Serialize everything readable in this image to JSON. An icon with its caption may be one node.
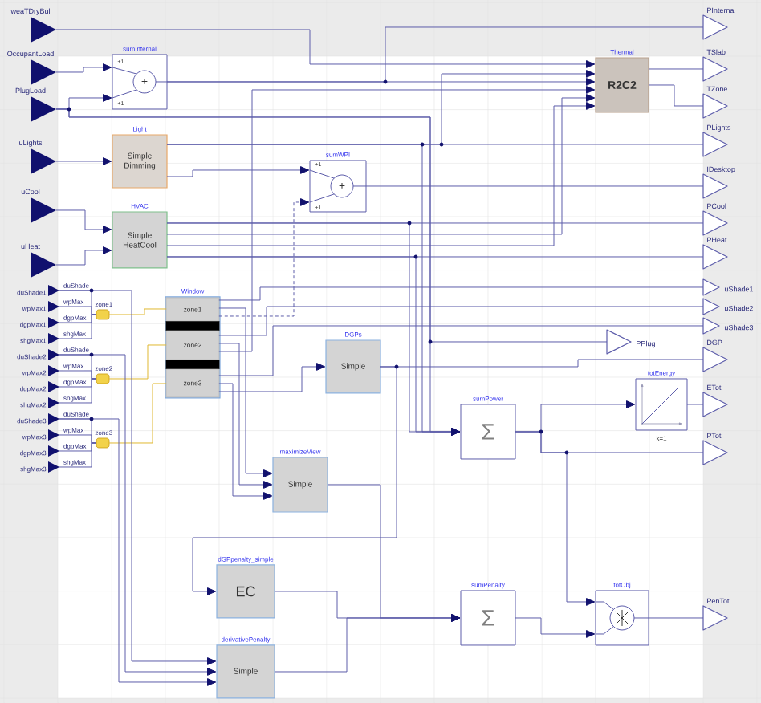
{
  "diagram": {
    "nodes": [
      {
        "text": [
          "weaTDryBul"
        ]
      },
      {
        "text": [
          "OccupantLoad"
        ]
      },
      {
        "text": [
          "PlugLoad"
        ]
      },
      {
        "text": [
          "uLights"
        ]
      },
      {
        "text": [
          "uCool"
        ]
      },
      {
        "text": [
          "uHeat"
        ]
      },
      {
        "text": [
          "duShade1"
        ]
      },
      {
        "text": [
          "wpMax1"
        ]
      },
      {
        "text": [
          "dgpMax1"
        ]
      },
      {
        "text": [
          "shgMax1"
        ]
      },
      {
        "text": [
          "duShade2"
        ]
      },
      {
        "text": [
          "wpMax2"
        ]
      },
      {
        "text": [
          "dgpMax2"
        ]
      },
      {
        "text": [
          "shgMax2"
        ]
      },
      {
        "text": [
          "duShade3"
        ]
      },
      {
        "text": [
          "wpMax3"
        ]
      },
      {
        "text": [
          "dgpMax3"
        ]
      },
      {
        "text": [
          "shgMax3"
        ]
      },
      {
        "text": [
          "zone1"
        ]
      },
      {
        "text": [
          "zone2"
        ]
      },
      {
        "text": [
          "zone3"
        ]
      },
      {
        "text": [
          "sumInternal",
          "+1",
          "+1",
          "+"
        ]
      },
      {
        "text": [
          "Light",
          "Simple Dimming"
        ]
      },
      {
        "text": [
          "sumWPI",
          "+1",
          "+1",
          "+"
        ]
      },
      {
        "text": [
          "HVAC",
          "Simple HeatCool"
        ]
      },
      {
        "text": [
          "Window"
        ]
      },
      {
        "text": [
          "zone1"
        ],
        "in": 25
      },
      {
        "text": [
          "zone2"
        ],
        "in": 25
      },
      {
        "text": [
          "zone3"
        ],
        "in": 25
      },
      {
        "text": [
          "DGPs",
          "Simple"
        ]
      },
      {
        "text": [
          "Thermal",
          "R2C2"
        ]
      },
      {
        "text": [
          "PPlug"
        ]
      },
      {
        "text": [
          "sumPower",
          "Σ"
        ]
      },
      {
        "text": [
          "totEnergy",
          "k=1"
        ]
      },
      {
        "text": [
          "maximizeView",
          "Simple"
        ]
      },
      {
        "text": [
          "dGPpenalty_simple",
          "EC"
        ]
      },
      {
        "text": [
          "derivativePenalty",
          "Simple"
        ]
      },
      {
        "text": [
          "sumPenalty",
          "Σ"
        ]
      },
      {
        "text": [
          "totObj"
        ]
      },
      {
        "text": [
          "PInternal"
        ]
      },
      {
        "text": [
          "TSlab"
        ]
      },
      {
        "text": [
          "TZone"
        ]
      },
      {
        "text": [
          "PLights"
        ]
      },
      {
        "text": [
          "IDesktop"
        ]
      },
      {
        "text": [
          "PCool"
        ]
      },
      {
        "text": [
          "PHeat"
        ]
      },
      {
        "text": [
          "uShade1"
        ]
      },
      {
        "text": [
          "uShade2"
        ]
      },
      {
        "text": [
          "uShade3"
        ]
      },
      {
        "text": [
          "DGP"
        ]
      },
      {
        "text": [
          "ETot"
        ]
      },
      {
        "text": [
          "PTot"
        ]
      },
      {
        "text": [
          "PenTot"
        ]
      }
    ],
    "edges": [
      {
        "from": 0,
        "to": 30,
        "arrow": "to"
      },
      {
        "from": 1,
        "to": 21,
        "arrow": "to"
      },
      {
        "from": 2,
        "to": 21,
        "arrow": "to"
      },
      {
        "from": 2,
        "to": 31,
        "arrow": "none"
      },
      {
        "from": 2,
        "to": 32,
        "arrow": "to"
      },
      {
        "from": 21,
        "to": 39,
        "arrow": "none"
      },
      {
        "from": 21,
        "to": 30,
        "arrow": "to"
      },
      {
        "from": 3,
        "to": 22,
        "arrow": "to"
      },
      {
        "from": 22,
        "to": 42,
        "arrow": "none"
      },
      {
        "from": 22,
        "to": 30,
        "arrow": "to"
      },
      {
        "from": 22,
        "to": 32,
        "arrow": "to"
      },
      {
        "from": 22,
        "to": 23,
        "arrow": "to"
      },
      {
        "from": 4,
        "to": 24,
        "arrow": "to"
      },
      {
        "from": 5,
        "to": 24,
        "arrow": "to"
      },
      {
        "from": 24,
        "to": 44,
        "arrow": "none"
      },
      {
        "from": 24,
        "to": 30,
        "arrow": "to"
      },
      {
        "from": 24,
        "to": 30,
        "arrow": "to"
      },
      {
        "from": 24,
        "to": 45,
        "arrow": "none"
      },
      {
        "from": 24,
        "to": 32,
        "arrow": "to"
      },
      {
        "from": 24,
        "to": 32,
        "arrow": "to"
      },
      {
        "from": 6,
        "to": 18,
        "arrow": "none",
        "label": "duShade"
      },
      {
        "from": 7,
        "to": 18,
        "arrow": "none",
        "label": "wpMax"
      },
      {
        "from": 8,
        "to": 18,
        "arrow": "none",
        "label": "dgpMax"
      },
      {
        "from": 9,
        "to": 18,
        "arrow": "none",
        "label": "shgMax"
      },
      {
        "from": 10,
        "to": 19,
        "arrow": "none",
        "label": "duShade"
      },
      {
        "from": 11,
        "to": 19,
        "arrow": "none",
        "label": "wpMax"
      },
      {
        "from": 12,
        "to": 19,
        "arrow": "none",
        "label": "dgpMax"
      },
      {
        "from": 13,
        "to": 19,
        "arrow": "none",
        "label": "shgMax"
      },
      {
        "from": 14,
        "to": 20,
        "arrow": "none",
        "label": "duShade"
      },
      {
        "from": 15,
        "to": 20,
        "arrow": "none",
        "label": "wpMax"
      },
      {
        "from": 16,
        "to": 20,
        "arrow": "none",
        "label": "dgpMax"
      },
      {
        "from": 17,
        "to": 20,
        "arrow": "none",
        "label": "shgMax"
      },
      {
        "from": 18,
        "to": 26,
        "arrow": "none",
        "color": "#e0b830"
      },
      {
        "from": 19,
        "to": 27,
        "arrow": "none",
        "color": "#e0b830"
      },
      {
        "from": 20,
        "to": 28,
        "arrow": "none",
        "color": "#e0b830"
      },
      {
        "from": 6,
        "to": 36,
        "arrow": "to"
      },
      {
        "from": 10,
        "to": 36,
        "arrow": "to"
      },
      {
        "from": 14,
        "to": 36,
        "arrow": "to"
      },
      {
        "from": 26,
        "to": 46,
        "arrow": "none"
      },
      {
        "from": 26,
        "to": 34,
        "arrow": "to"
      },
      {
        "from": 26,
        "to": 23,
        "arrow": "to",
        "style": "dashed"
      },
      {
        "from": 27,
        "to": 47,
        "arrow": "none"
      },
      {
        "from": 27,
        "to": 34,
        "arrow": "to"
      },
      {
        "from": 27,
        "to": 30,
        "arrow": "to"
      },
      {
        "from": 28,
        "to": 48,
        "arrow": "none"
      },
      {
        "from": 28,
        "to": 34,
        "arrow": "to"
      },
      {
        "from": 28,
        "to": 29,
        "arrow": "to"
      },
      {
        "from": 29,
        "to": 49,
        "arrow": "none"
      },
      {
        "from": 29,
        "to": 35,
        "arrow": "to"
      },
      {
        "from": 32,
        "to": 33,
        "arrow": "to"
      },
      {
        "from": 32,
        "to": 51,
        "arrow": "none"
      },
      {
        "from": 32,
        "to": 38,
        "arrow": "to"
      },
      {
        "from": 33,
        "to": 50,
        "arrow": "none"
      },
      {
        "from": 34,
        "to": 37,
        "arrow": "to"
      },
      {
        "from": 35,
        "to": 37,
        "arrow": "to"
      },
      {
        "from": 36,
        "to": 37,
        "arrow": "to"
      },
      {
        "from": 37,
        "to": 38,
        "arrow": "to"
      },
      {
        "from": 38,
        "to": 52,
        "arrow": "none"
      },
      {
        "from": 30,
        "to": 40,
        "arrow": "none"
      },
      {
        "from": 30,
        "to": 41,
        "arrow": "none"
      },
      {
        "from": 23,
        "to": 43,
        "arrow": "none"
      }
    ]
  }
}
